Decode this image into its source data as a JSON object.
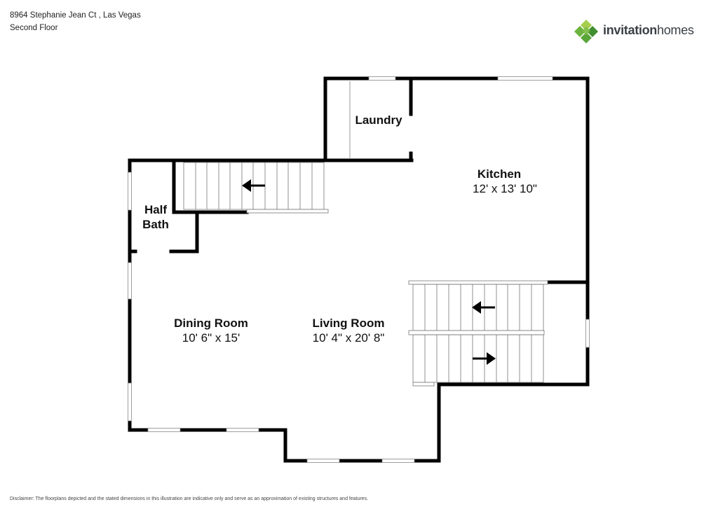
{
  "header": {
    "address": "8964 Stephanie Jean Ct , Las Vegas",
    "floor": "Second Floor"
  },
  "brand": {
    "name_part1": "invitation",
    "name_part2": "homes",
    "logo_icon": "diamond-tiles-icon",
    "colors": {
      "green_dark": "#3f8f2f",
      "green_mid": "#6cb33f",
      "green_light": "#a6cf4f",
      "text": "#3a3f44"
    }
  },
  "rooms": {
    "laundry": {
      "name": "Laundry"
    },
    "kitchen": {
      "name": "Kitchen",
      "dims": "12' x 13' 10\""
    },
    "half_bath": {
      "name_line1": "Half",
      "name_line2": "Bath"
    },
    "dining": {
      "name": "Dining Room",
      "dims": "10' 6\" x 15'"
    },
    "living": {
      "name": "Living Room",
      "dims": "10' 4\" x 20' 8\""
    }
  },
  "disclaimer": {
    "line1": "Disclaimer: The floorplans depicted and the stated dimensions in this illustration are indicative only and serve as an approximation of existing structures and features."
  }
}
